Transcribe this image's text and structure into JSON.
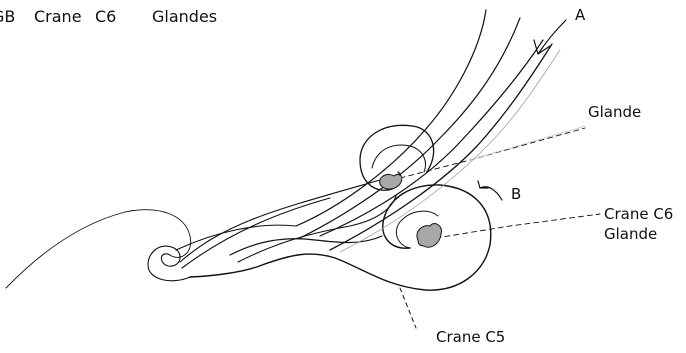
{
  "header": {
    "items": [
      "GB",
      "Crane",
      "C6",
      "Glandes"
    ]
  },
  "labels": {
    "a": "A",
    "b": "B",
    "glande": "Glande",
    "crane_c6_line1": "Crane C6",
    "crane_c6_line2": "Glande",
    "crane_c5": "Crane C5"
  },
  "colors": {
    "ink": "#111111",
    "gland_fill": "#a8a8a8",
    "guide": "#bdbdbd"
  }
}
